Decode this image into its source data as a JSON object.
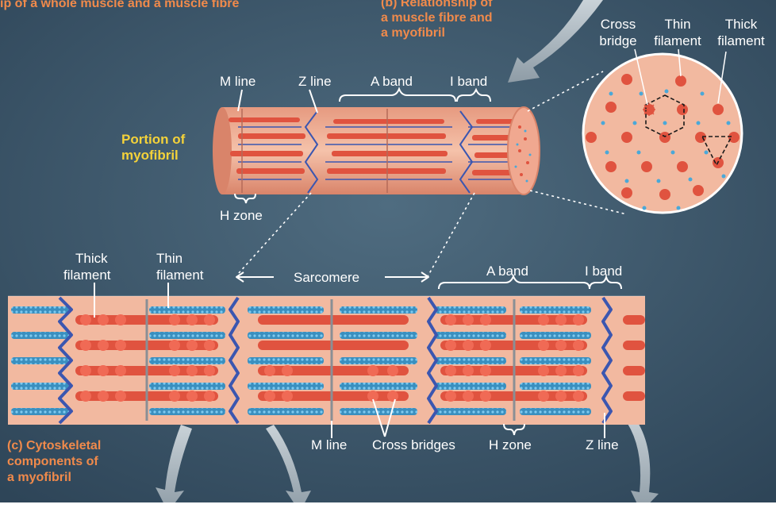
{
  "figure": {
    "top_caption_a": "ip of a whole muscle and a muscle fibre",
    "caption_b_line1": "(b) Relationship of",
    "caption_b_line2": "a muscle fibre and",
    "caption_b_line3": "a myofibril",
    "caption_c_line1": "(c)  Cytoskeletal",
    "caption_c_line2": "components of",
    "caption_c_line3": "a myofibril"
  },
  "myofibril": {
    "portion_line1": "Portion of",
    "portion_line2": "myofibril",
    "m_line": "M line",
    "z_line": "Z line",
    "a_band": "A band",
    "i_band": "I band",
    "h_zone": "H zone"
  },
  "cross_section": {
    "cross_line1": "Cross",
    "cross_line2": "bridge",
    "thin_line1": "Thin",
    "thin_line2": "filament",
    "thick_line1": "Thick",
    "thick_line2": "filament"
  },
  "detail": {
    "thick_line1": "Thick",
    "thick_line2": "filament",
    "thin_line1": "Thin",
    "thin_line2": "filament",
    "sarcomere": "Sarcomere",
    "a_band": "A band",
    "i_band": "I band",
    "m_line": "M line",
    "cross_bridges": "Cross bridges",
    "h_zone": "H zone",
    "z_line": "Z line"
  },
  "colors": {
    "background": "#3f5a6e",
    "tissue": "#f2b9a0",
    "thick_filament": "#e0533f",
    "thin_filament": "#4aa8d8",
    "z_line": "#3b56b0",
    "caption": "#f08a4b",
    "highlight": "#f4d23a"
  }
}
